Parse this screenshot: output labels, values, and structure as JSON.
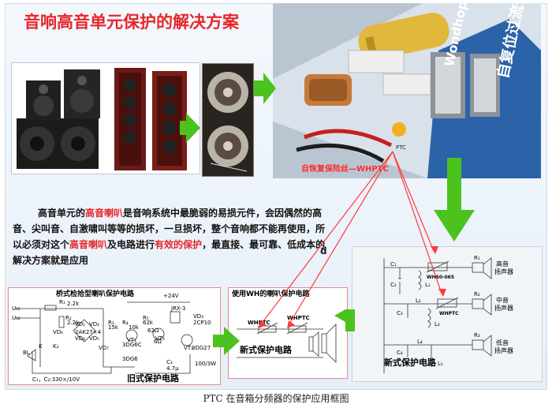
{
  "title": "音响高音单元保护的解决方案",
  "photo": {
    "crossover_brand": "Wondhope",
    "crossover_label": "自复位过流保护器",
    "part_caption": "自恢复保险丝—WHPTC",
    "ptc_mark": "PTC"
  },
  "paragraph": {
    "p1": "高音单元的",
    "hl1": "高音喇叭",
    "p2": "是音响系统中最脆弱的易损元件，会因偶然的高音、尖叫音、自激啸叫等等的损坏，一旦损坏，整个音响都不能再使用，所以必须对这个",
    "hl2": "高音喇叭",
    "p3": "及电路进行",
    "hl3": "有效的保护",
    "p4": "，最直接、最可靠、低成本的解决方案就是应用",
    "mark": "d"
  },
  "old_circuit": {
    "title": "桥式检拾型喇叭保护电路",
    "label": "旧式保护电路",
    "supply": "+24V",
    "terminals": [
      "U₀₁",
      "U₀₂"
    ],
    "parts": [
      "R₁",
      "R₂",
      "R₃",
      "R₄",
      "R₅",
      "2.2k",
      "2.2k",
      "15k",
      "10k",
      "62k",
      "62Ω",
      "6Ω",
      "3DG6C",
      "3DG6",
      "3DG27",
      "2CP10",
      "JRX-3",
      "100/3W",
      "VD₁",
      "VD₂",
      "VD₃",
      "VD₄",
      "VD₅",
      "VD₆",
      "VD₇",
      "VT₁",
      "VT₂",
      "VT₃",
      "BL",
      "K",
      "K₂",
      "C₃",
      "4.7μ",
      "2AK27×4"
    ],
    "cap_note": "C₁，C₂:330×/10V"
  },
  "wh_circuit": {
    "title": "使用WH的喇叭保护电路",
    "ptc1": "WHPTC",
    "ptc2": "WHPTC",
    "label": "新式保护电路"
  },
  "right_circuit": {
    "part_top": "WH60-065",
    "part_mid": "WHPTC",
    "label": "新式保护电路",
    "speakers": [
      {
        "r": "R₁",
        "line1": "高音",
        "line2": "扬声器"
      },
      {
        "r": "R₂",
        "line1": "中音",
        "line2": "扬声器"
      },
      {
        "r": "R₃",
        "line1": "低音",
        "line2": "扬声器"
      }
    ],
    "parts": [
      "C₁",
      "C₂",
      "C₃",
      "C₄",
      "L₁",
      "L₂",
      "L₃",
      "L₄",
      "L₅"
    ]
  },
  "caption": "PTC 在音箱分频器的保护应用框图",
  "colors": {
    "accent_red": "#e8262a",
    "arrow_green": "#4cc21e",
    "arrow_red": "#ff3a3a"
  }
}
